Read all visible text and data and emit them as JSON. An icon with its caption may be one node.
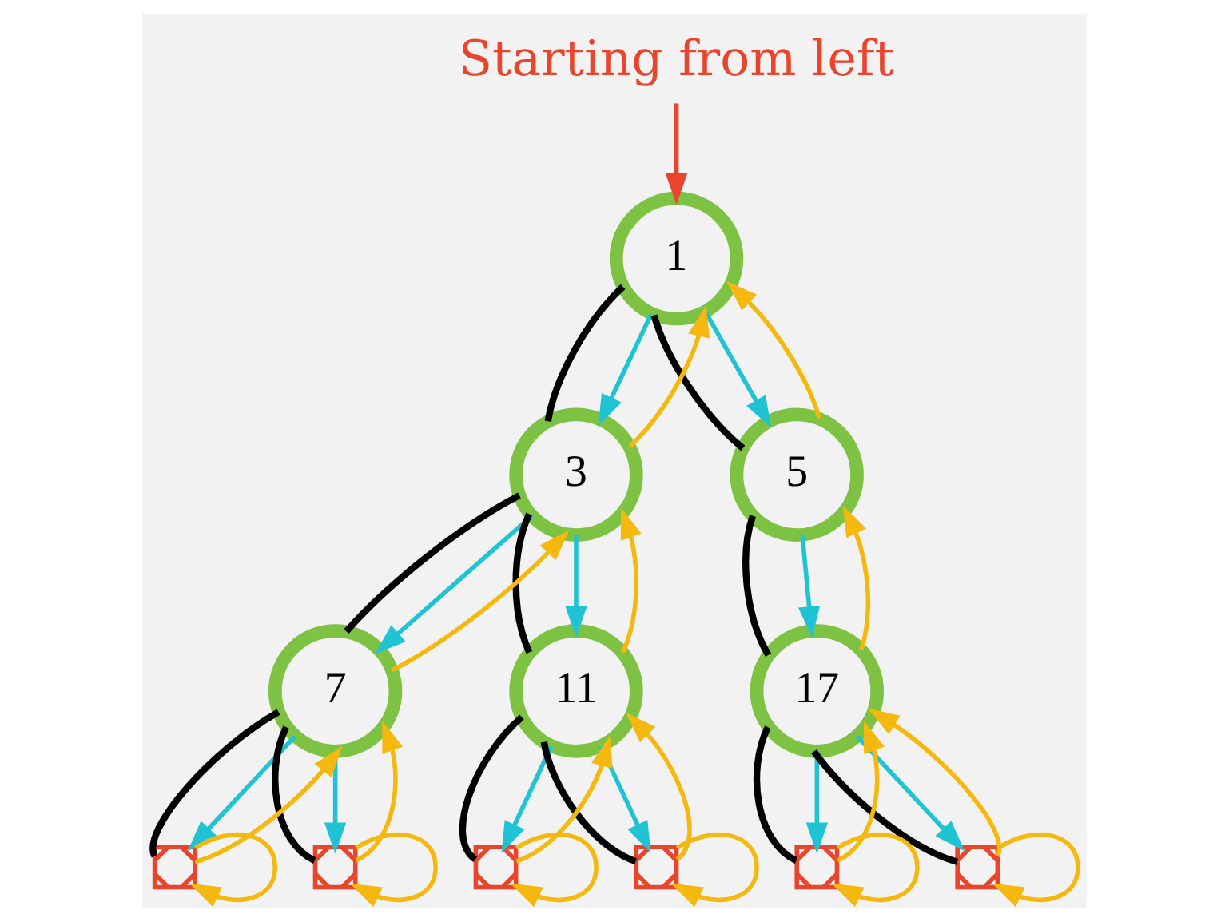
{
  "diagram": {
    "nodes": [
      {
        "text": [
          "Starting from left"
        ]
      },
      {
        "text": [
          "1"
        ]
      },
      {
        "text": [
          "3"
        ]
      },
      {
        "text": [
          "5"
        ]
      },
      {
        "text": [
          "7"
        ]
      },
      {
        "text": [
          "11"
        ]
      },
      {
        "text": [
          "17"
        ]
      },
      {
        "text": [],
        "shape": "cross"
      },
      {
        "text": [],
        "shape": "cross"
      },
      {
        "text": [],
        "shape": "cross"
      },
      {
        "text": [],
        "shape": "cross"
      },
      {
        "text": [],
        "shape": "cross"
      },
      {
        "text": [],
        "shape": "cross"
      }
    ],
    "edges": [
      {
        "from": 0,
        "to": 1,
        "arrow": "to",
        "color": "#e8452c"
      },
      {
        "from": 1,
        "to": 2,
        "arrow": "none",
        "color": "#000000"
      },
      {
        "from": 1,
        "to": 3,
        "arrow": "none",
        "color": "#000000"
      },
      {
        "from": 2,
        "to": 4,
        "arrow": "none",
        "color": "#000000"
      },
      {
        "from": 2,
        "to": 5,
        "arrow": "none",
        "color": "#000000"
      },
      {
        "from": 3,
        "to": 6,
        "arrow": "none",
        "color": "#000000"
      },
      {
        "from": 4,
        "to": 7,
        "arrow": "none",
        "color": "#000000"
      },
      {
        "from": 4,
        "to": 8,
        "arrow": "none",
        "color": "#000000"
      },
      {
        "from": 5,
        "to": 9,
        "arrow": "none",
        "color": "#000000"
      },
      {
        "from": 5,
        "to": 10,
        "arrow": "none",
        "color": "#000000"
      },
      {
        "from": 6,
        "to": 11,
        "arrow": "none",
        "color": "#000000"
      },
      {
        "from": 6,
        "to": 12,
        "arrow": "none",
        "color": "#000000"
      },
      {
        "from": 1,
        "to": 2,
        "arrow": "to",
        "color": "#1fc3d3"
      },
      {
        "from": 2,
        "to": 1,
        "arrow": "to",
        "color": "#f5b80e"
      },
      {
        "from": 1,
        "to": 3,
        "arrow": "to",
        "color": "#1fc3d3"
      },
      {
        "from": 3,
        "to": 1,
        "arrow": "to",
        "color": "#f5b80e"
      },
      {
        "from": 2,
        "to": 4,
        "arrow": "to",
        "color": "#1fc3d3"
      },
      {
        "from": 4,
        "to": 2,
        "arrow": "to",
        "color": "#f5b80e"
      },
      {
        "from": 2,
        "to": 5,
        "arrow": "to",
        "color": "#1fc3d3"
      },
      {
        "from": 5,
        "to": 2,
        "arrow": "to",
        "color": "#f5b80e"
      },
      {
        "from": 3,
        "to": 6,
        "arrow": "to",
        "color": "#1fc3d3"
      },
      {
        "from": 6,
        "to": 3,
        "arrow": "to",
        "color": "#f5b80e"
      },
      {
        "from": 4,
        "to": 7,
        "arrow": "to",
        "color": "#1fc3d3"
      },
      {
        "from": 7,
        "to": 7,
        "arrow": "to",
        "color": "#f5b80e"
      },
      {
        "from": 7,
        "to": 4,
        "arrow": "to",
        "color": "#f5b80e"
      },
      {
        "from": 4,
        "to": 8,
        "arrow": "to",
        "color": "#1fc3d3"
      },
      {
        "from": 8,
        "to": 8,
        "arrow": "to",
        "color": "#f5b80e"
      },
      {
        "from": 8,
        "to": 4,
        "arrow": "to",
        "color": "#f5b80e"
      },
      {
        "from": 5,
        "to": 9,
        "arrow": "to",
        "color": "#1fc3d3"
      },
      {
        "from": 9,
        "to": 9,
        "arrow": "to",
        "color": "#f5b80e"
      },
      {
        "from": 9,
        "to": 5,
        "arrow": "to",
        "color": "#f5b80e"
      },
      {
        "from": 5,
        "to": 10,
        "arrow": "to",
        "color": "#1fc3d3"
      },
      {
        "from": 10,
        "to": 10,
        "arrow": "to",
        "color": "#f5b80e"
      },
      {
        "from": 10,
        "to": 5,
        "arrow": "to",
        "color": "#f5b80e"
      },
      {
        "from": 6,
        "to": 11,
        "arrow": "to",
        "color": "#1fc3d3"
      },
      {
        "from": 11,
        "to": 11,
        "arrow": "to",
        "color": "#f5b80e"
      },
      {
        "from": 11,
        "to": 6,
        "arrow": "to",
        "color": "#f5b80e"
      },
      {
        "from": 6,
        "to": 12,
        "arrow": "to",
        "color": "#1fc3d3"
      },
      {
        "from": 12,
        "to": 12,
        "arrow": "to",
        "color": "#f5b80e"
      },
      {
        "from": 12,
        "to": 6,
        "arrow": "to",
        "color": "#f5b80e"
      }
    ]
  }
}
